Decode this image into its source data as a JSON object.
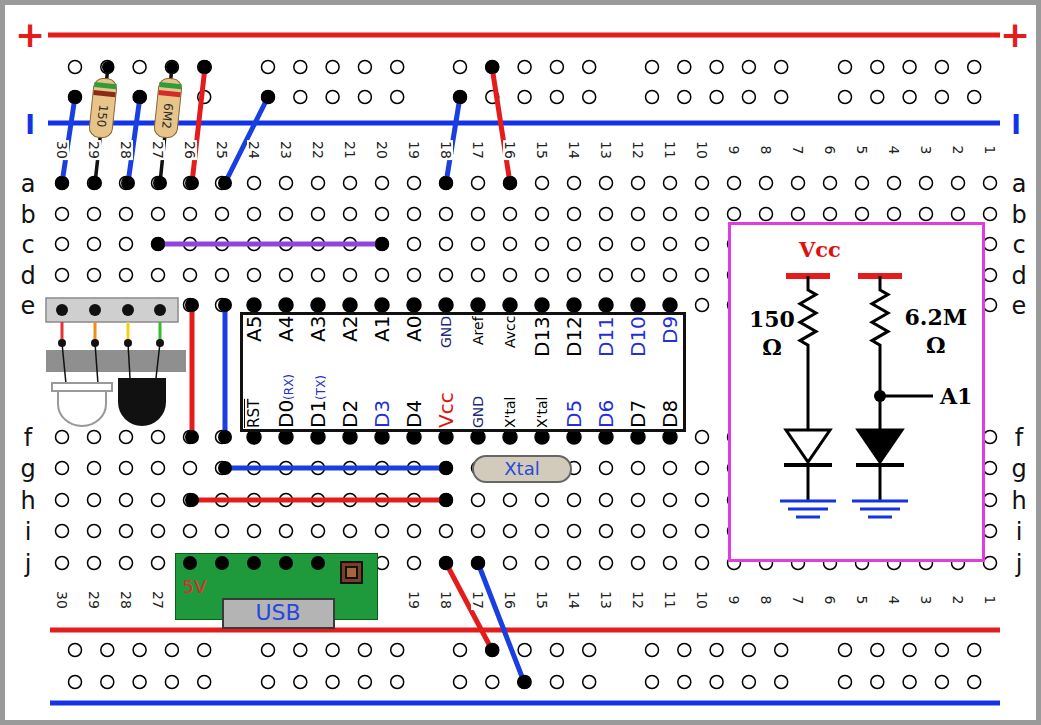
{
  "diagram": {
    "nodes": [
      {
        "text": [
          "150"
        ]
      },
      {
        "text": [
          "6M2"
        ]
      },
      {
        "text": [
          "Vcc",
          "150 Ω",
          "6.2M Ω",
          "A1"
        ]
      },
      {
        "text": [
          "A5",
          "A4",
          "A3",
          "A2",
          "A1",
          "A0",
          "GND",
          "Aref",
          "Avcc",
          "D13",
          "D12",
          "D11",
          "D10",
          "D9",
          "RST",
          "D0",
          "(RX)",
          "D1",
          "(TX)",
          "D2",
          "D3",
          "D4",
          "Vcc",
          "GND",
          "X'tal",
          "X'tal",
          "D5",
          "D6",
          "D7",
          "D8"
        ]
      },
      {
        "text": [
          "Xtal"
        ]
      },
      {
        "text": [
          "5V"
        ]
      },
      {
        "text": [
          "USB"
        ],
        "in": 5
      }
    ],
    "labels": [
      "+",
      "+",
      "I",
      "I",
      "30",
      "29",
      "28",
      "27",
      "26",
      "25",
      "24",
      "23",
      "22",
      "21",
      "20",
      "19",
      "18",
      "17",
      "16",
      "15",
      "14",
      "13",
      "12",
      "11",
      "10",
      "9",
      "8",
      "7",
      "6",
      "5",
      "4",
      "3",
      "2",
      "1",
      "a",
      "b",
      "c",
      "d",
      "e",
      "f",
      "g",
      "h",
      "i",
      "j",
      "a",
      "b",
      "c",
      "d",
      "e",
      "f",
      "g",
      "h",
      "i",
      "j",
      "30",
      "29",
      "28",
      "27",
      "19",
      "18",
      "17",
      "16",
      "15",
      "14",
      "13",
      "12",
      "11",
      "10",
      "9",
      "8",
      "7",
      "6",
      "5",
      "4",
      "3",
      "2",
      "1"
    ]
  }
}
